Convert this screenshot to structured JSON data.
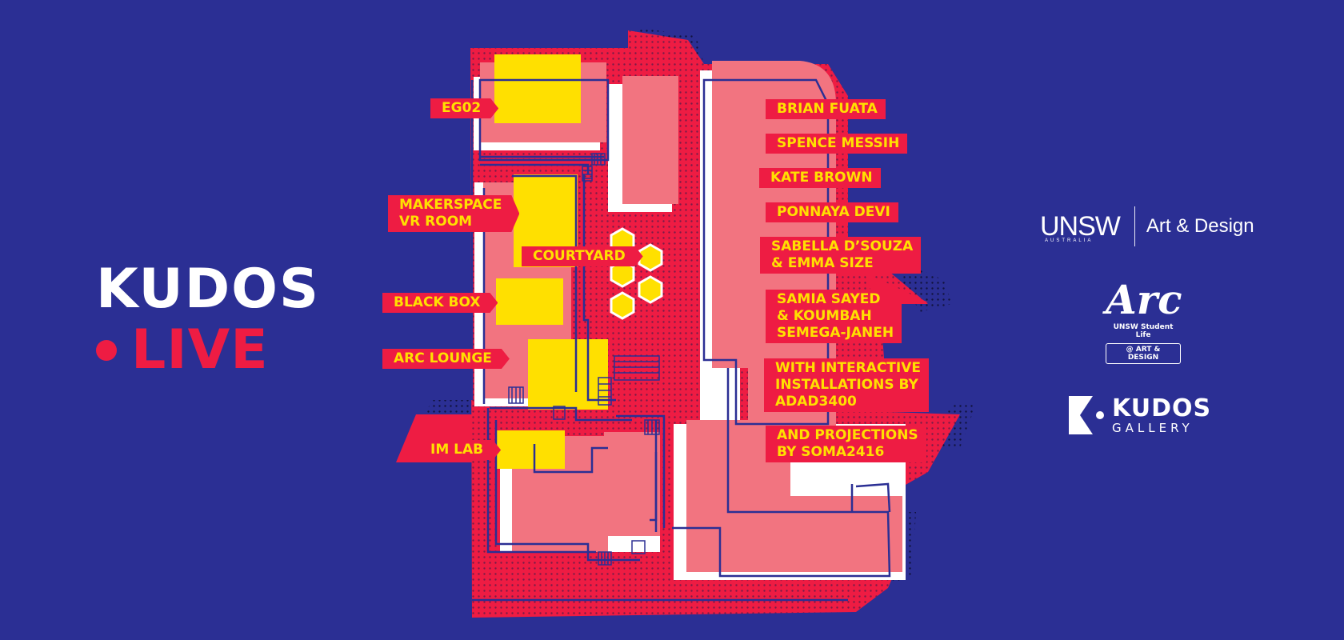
{
  "colors": {
    "background": "#2b2f94",
    "red": "#ee1c43",
    "pink": "#f27480",
    "yellow": "#ffe000",
    "white": "#ffffff"
  },
  "brand": {
    "title": "KUDOS",
    "subtitle": "LIVE"
  },
  "map": {
    "room_labels": [
      {
        "name": "EG02"
      },
      {
        "name": "MAKERSPACE\nVR ROOM"
      },
      {
        "name": "COURTYARD"
      },
      {
        "name": "BLACK BOX"
      },
      {
        "name": "ARC LOUNGE"
      },
      {
        "name": "IM  LAB"
      }
    ],
    "artist_labels": [
      {
        "name": "BRIAN FUATA"
      },
      {
        "name": "SPENCE MESSIH"
      },
      {
        "name": "KATE BROWN"
      },
      {
        "name": "PONNAYA DEVI"
      },
      {
        "name": "SABELLA D’SOUZA\n& EMMA SIZE"
      },
      {
        "name": "SAMIA SAYED\n& KOUMBAH\nSEMEGA-JANEH"
      },
      {
        "name": "WITH INTERACTIVE\nINSTALLATIONS BY\nADAD3400"
      },
      {
        "name": "AND PROJECTIONS\nBY SOMA2416"
      }
    ]
  },
  "logos": {
    "unsw": {
      "mark": "UNSW",
      "small": "AUSTRALIA",
      "text": "Art & Design"
    },
    "arc": {
      "mark": "Arc",
      "line": "UNSW Student Life",
      "badge": "@ ART & DESIGN"
    },
    "kudos_gallery": {
      "top": "KUDOS",
      "bottom": "GALLERY"
    }
  }
}
